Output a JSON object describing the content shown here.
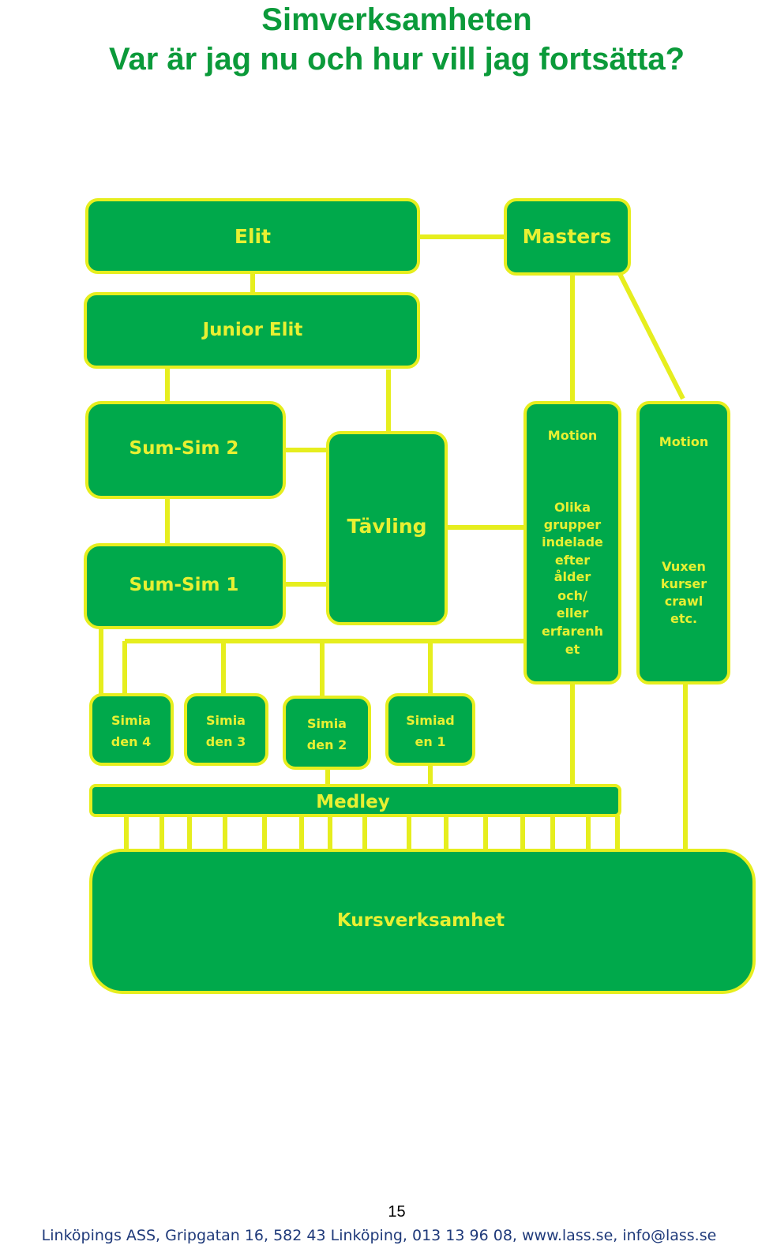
{
  "title": {
    "line1": "Simverksamheten",
    "line2": "Var är jag nu och hur vill jag fortsätta?"
  },
  "diagram": {
    "elit": "Elit",
    "masters": "Masters",
    "junior_elit": "Junior Elit",
    "sumsim2": "Sum-Sim 2",
    "sumsim1": "Sum-Sim 1",
    "tavling": "Tävling",
    "motion1": {
      "heading": "Motion",
      "lines": [
        "Olika",
        "grupper",
        "indelade",
        "efter",
        "ålder",
        "och/",
        "eller",
        "erfarenh",
        "et"
      ]
    },
    "motion2": {
      "heading": "Motion",
      "lines": [
        "Vuxen",
        "kurser",
        "crawl",
        "etc."
      ]
    },
    "simiaden4": [
      "Simia",
      "den 4"
    ],
    "simiaden3": [
      "Simia",
      "den 3"
    ],
    "simiaden2": [
      "Simia",
      "den 2"
    ],
    "simiaden1": [
      "Simiad",
      "en 1"
    ],
    "medley": "Medley",
    "kursverksamhet": "Kursverksamhet"
  },
  "page_number": "15",
  "footer": "Linköpings ASS, Gripgatan 16, 582 43 Linköping, 013 13 96 08, www.lass.se, info@lass.se"
}
